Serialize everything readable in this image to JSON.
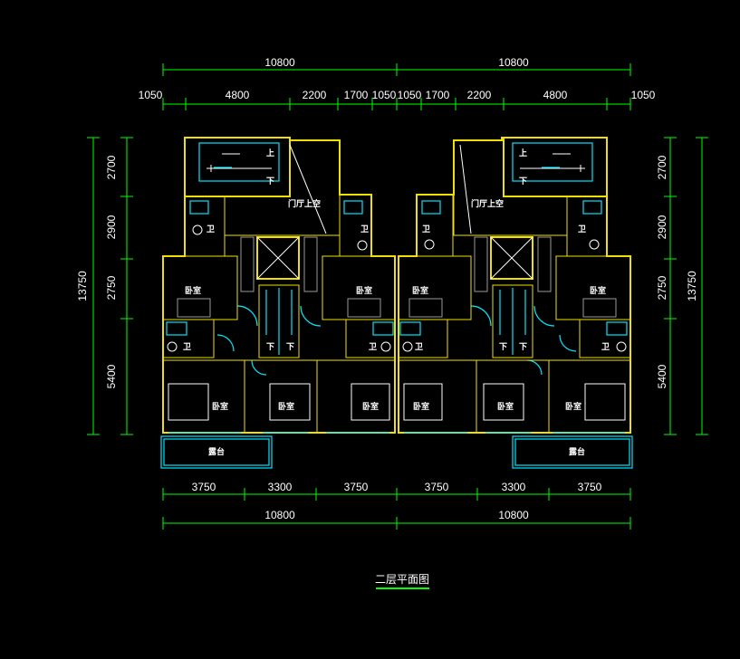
{
  "drawing": {
    "title": "二层平面图",
    "colors": {
      "background": "#000000",
      "wall": "#f0e000",
      "dimension": "#00ff00",
      "window": "#00e6ff",
      "text": "#ffffff"
    }
  },
  "dimensions": {
    "top_overall": [
      "10800",
      "10800"
    ],
    "top_detail": [
      "1050",
      "4800",
      "2200",
      "1700",
      "1050",
      "1050",
      "1700",
      "2200",
      "4800",
      "1050"
    ],
    "bottom_detail": [
      "3750",
      "3300",
      "3750",
      "3750",
      "3300",
      "3750"
    ],
    "bottom_overall": [
      "10800",
      "10800"
    ],
    "left_detail": [
      "2700",
      "2900",
      "2750",
      "5400"
    ],
    "left_overall": "13750",
    "right_detail": [
      "2700",
      "2900",
      "2750",
      "5400"
    ],
    "right_overall": "13750"
  },
  "labels": {
    "stair_up": "上",
    "stair_down": "下",
    "void": "门厅上空",
    "bath": "卫",
    "bedroom": "卧室",
    "terrace": "露台",
    "down": "下"
  }
}
